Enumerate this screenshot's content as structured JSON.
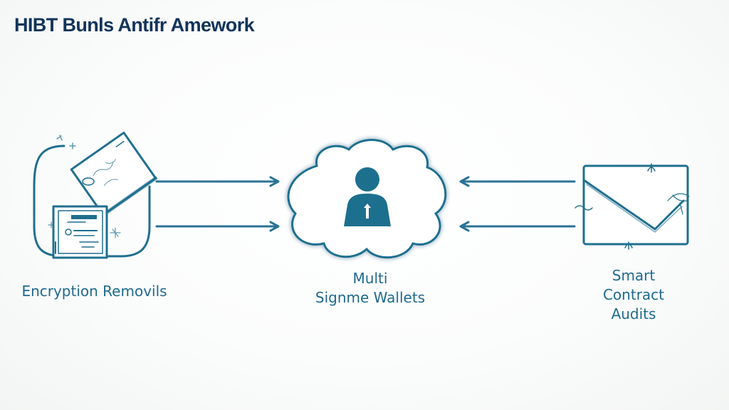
{
  "title": "HIBT Bunls Antifr Amework",
  "colors": {
    "title": "#12345a",
    "primary": "#1e6a8e",
    "stroke": "#1f6f8f",
    "fill": "#1d6f8e",
    "background": "#fbfcfc"
  },
  "nodes": [
    {
      "id": "encryption",
      "icon": "documents-folder-icon",
      "label_lines": [
        "Encryption Removils"
      ]
    },
    {
      "id": "multisig",
      "icon": "cloud-user-lock-icon",
      "label_lines": [
        "Multi",
        "Signme Wallets"
      ]
    },
    {
      "id": "audits",
      "icon": "envelope-icon",
      "label_lines": [
        "Smart",
        "Contract",
        "Audits"
      ]
    }
  ],
  "connections": [
    {
      "from": "encryption",
      "to": "multisig",
      "direction": "right"
    },
    {
      "from": "encryption",
      "to": "multisig",
      "direction": "right"
    },
    {
      "from": "audits",
      "to": "multisig",
      "direction": "left"
    },
    {
      "from": "audits",
      "to": "multisig",
      "direction": "left"
    }
  ]
}
